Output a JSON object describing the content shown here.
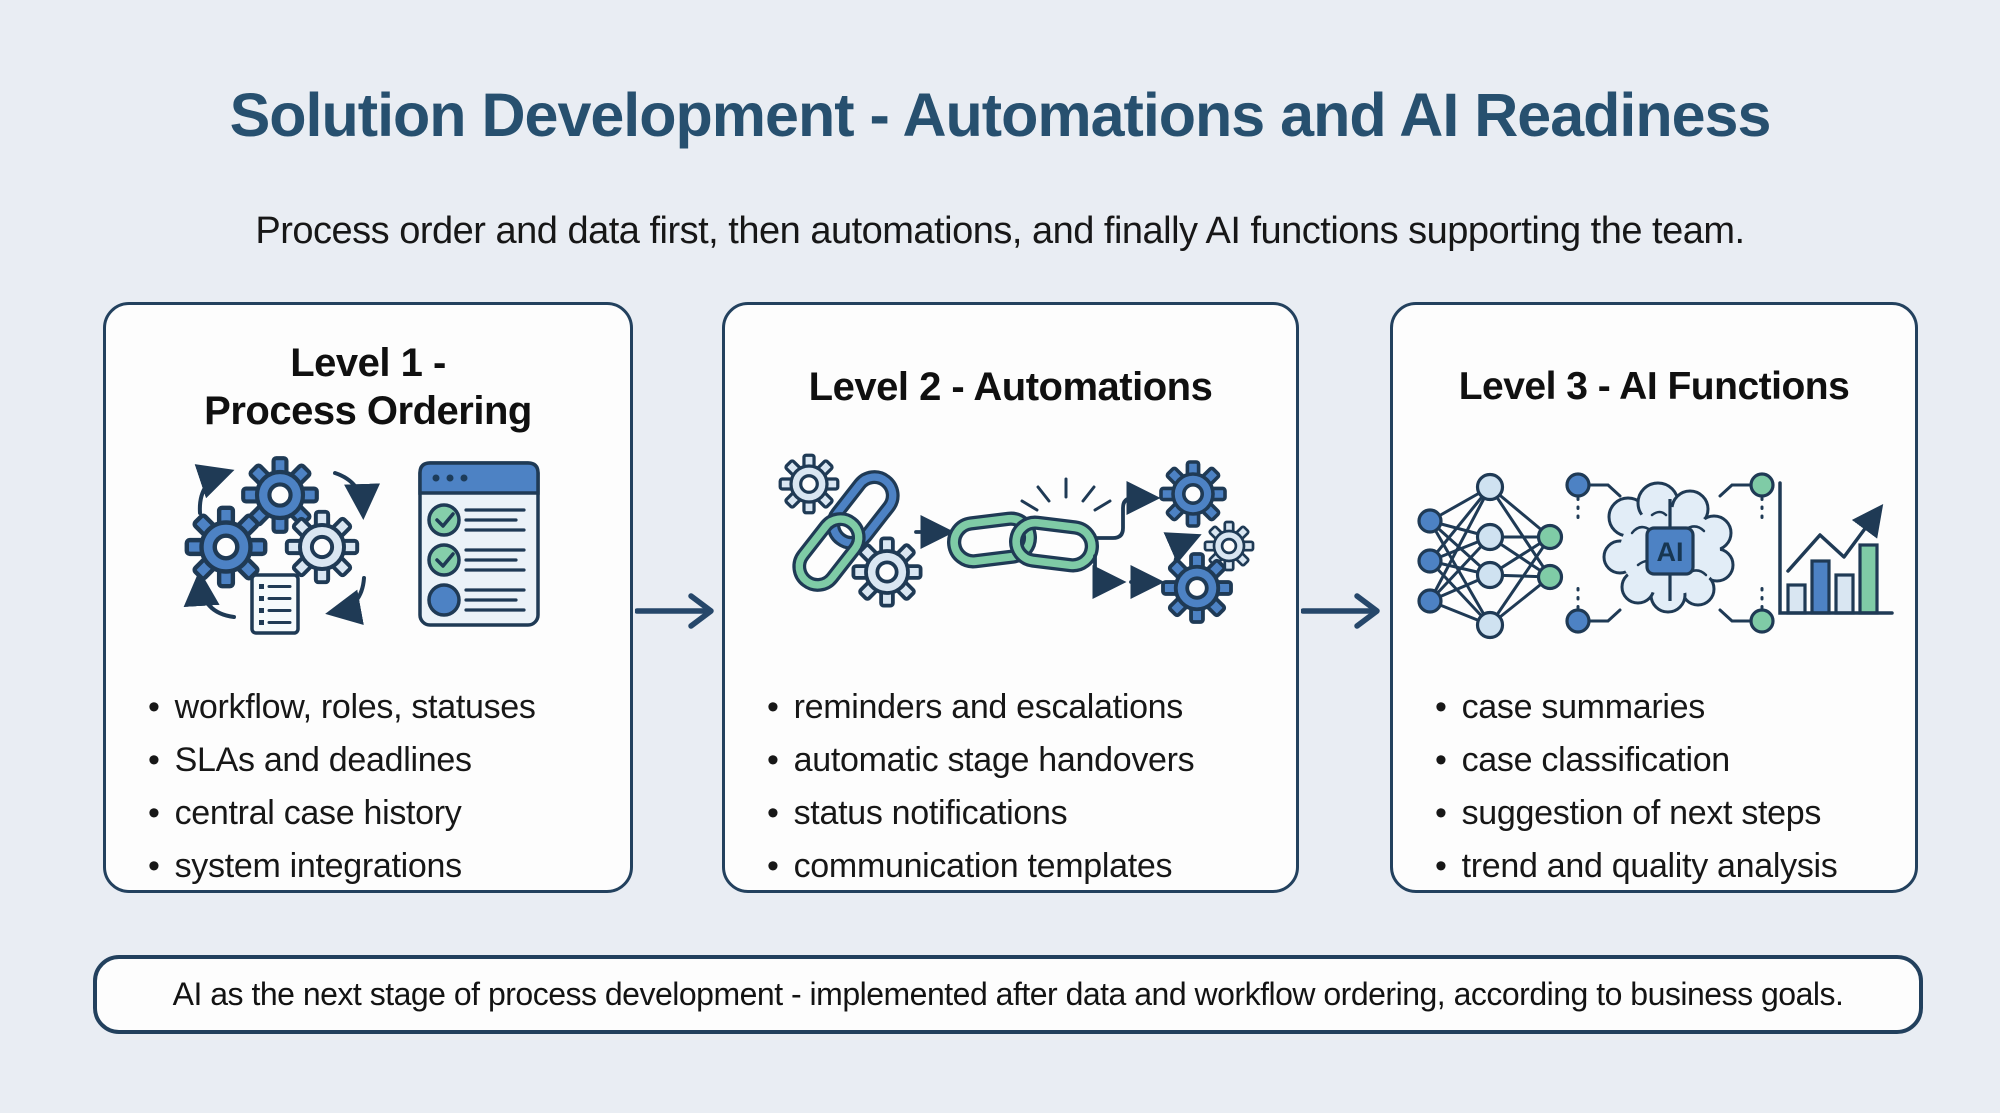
{
  "page": {
    "title": "Solution Development - Automations and AI Readiness",
    "subtitle": "Process order and data first, then automations, and finally AI functions supporting the team.",
    "footer_note": "AI as the next stage of process development - implemented after data and workflow ordering, according to business goals."
  },
  "cards": [
    {
      "id": "level-1-process-ordering",
      "title_lines": [
        "Level 1 -",
        "Process Ordering"
      ],
      "icons": [
        "process-gears-cycle-icon",
        "checklist-window-icon"
      ],
      "bullets": [
        "workflow, roles, statuses",
        "SLAs and deadlines",
        "central case history",
        "system integrations"
      ]
    },
    {
      "id": "level-2-automations",
      "title_lines": [
        "Level 2 - Automations"
      ],
      "icons": [
        "gears-chain-cluster-icon",
        "linked-chain-burst-icon",
        "branching-arrows-gears-icon"
      ],
      "bullets": [
        "reminders and escalations",
        "automatic stage handovers",
        "status notifications",
        "communication templates"
      ]
    },
    {
      "id": "level-3-ai-functions",
      "title_lines": [
        "Level 3 - AI Functions"
      ],
      "chip_label": "AI",
      "icons": [
        "neural-network-icon",
        "ai-brain-chip-icon",
        "growth-bar-chart-icon"
      ],
      "bullets": [
        "case summaries",
        "case classification",
        "suggestion of next steps",
        "trend and quality analysis"
      ]
    }
  ],
  "palette": {
    "background": "#e9edf3",
    "card_background": "#fdfdfd",
    "outline_navy": "#1f3a55",
    "title_blue": "#27506f",
    "accent_blue": "#4d82c4",
    "accent_light_blue": "#d9e6f2",
    "accent_green": "#7fcba6",
    "text_dark": "#171717"
  }
}
